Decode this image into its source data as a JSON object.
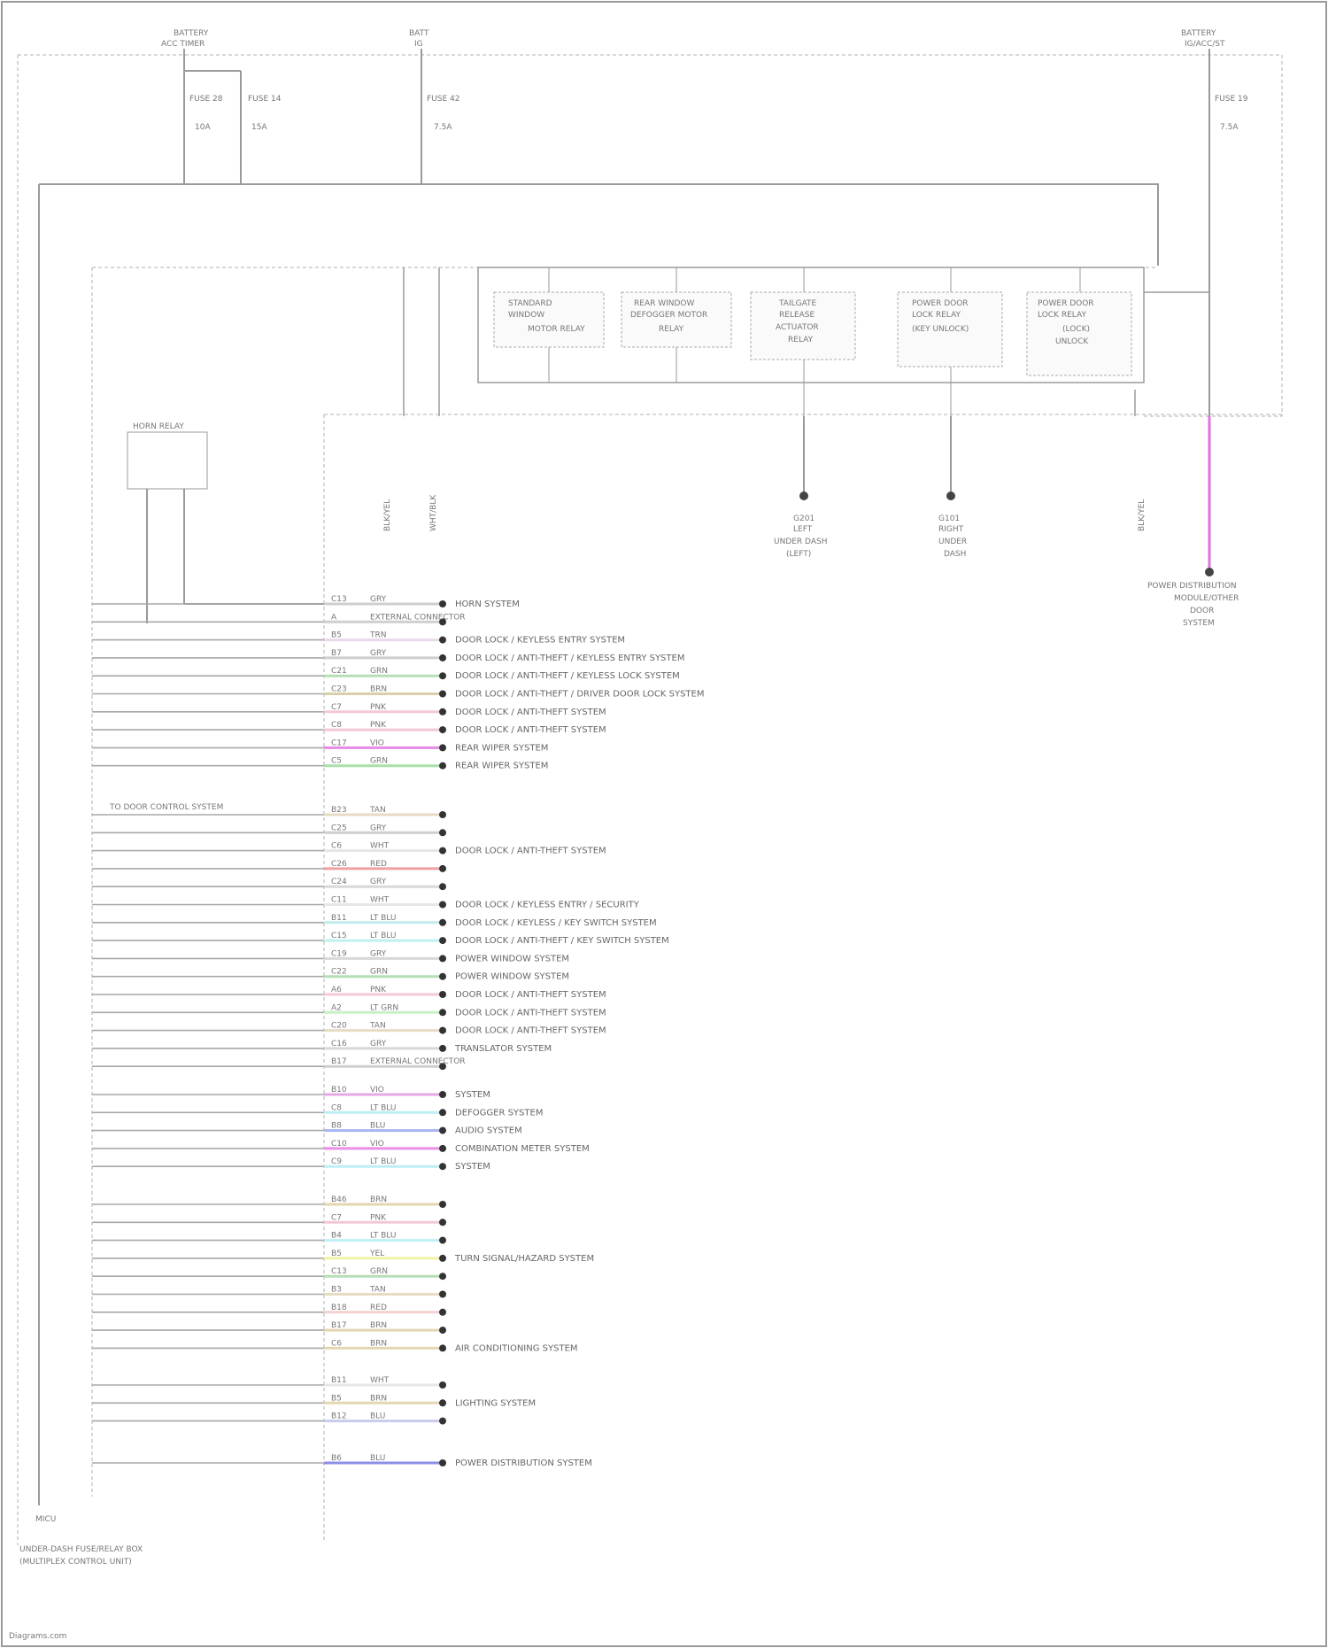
{
  "top_sources": [
    {
      "id": "src1",
      "label_line1": "BATTERY",
      "label_line2": "ACC TIMER"
    },
    {
      "id": "src2",
      "label_line1": "BATT",
      "label_line2": "IG"
    },
    {
      "id": "src3",
      "label_line1": "BATTERY",
      "label_line2": "IG/ACC/ST"
    }
  ],
  "fuses": [
    {
      "name": "FUSE 28",
      "rating": "10A"
    },
    {
      "name": "FUSE 14",
      "rating": "15A"
    },
    {
      "name": "FUSE 42",
      "rating": "7.5A"
    },
    {
      "name": "FUSE 19",
      "rating": "7.5A"
    }
  ],
  "relays": [
    {
      "line1": "STANDARD",
      "line2": "WINDOW",
      "line3": "MOTOR RELAY"
    },
    {
      "line1": "REAR WINDOW",
      "line2": "DEFOGGER MOTOR",
      "line3": "RELAY"
    },
    {
      "line1": "TAILGATE",
      "line2": "RELEASE",
      "line3": "ACTUATOR",
      "line4": "RELAY"
    },
    {
      "line1": "POWER DOOR",
      "line2": "LOCK RELAY",
      "line3": "(KEY UNLOCK)"
    },
    {
      "line1": "POWER DOOR",
      "line2": "LOCK RELAY",
      "line3": "(LOCK)",
      "line4": "UNLOCK"
    }
  ],
  "ground_points": [
    {
      "line1": "G201",
      "line2": "LEFT",
      "line3": "UNDER DASH",
      "line4": "(LEFT)"
    },
    {
      "line1": "G101",
      "line2": "RIGHT",
      "line3": "UNDER",
      "line4": "DASH"
    }
  ],
  "pink_branch": {
    "line1": "POWER DISTRIBUTION",
    "line2": "MODULE/OTHER",
    "line3": "DOOR",
    "line4": "SYSTEM"
  },
  "horn_relay": {
    "label": "HORN RELAY"
  },
  "ecu_labels": {
    "block": "MICU",
    "footer1": "UNDER-DASH FUSE/RELAY BOX",
    "footer2": "(MULTIPLEX CONTROL UNIT)"
  },
  "mid_note": "TO DOOR CONTROL SYSTEM",
  "watermark": "Diagrams.com",
  "connector_groups": [
    {
      "rows": [
        {
          "pin": "C13",
          "wire": "GRY",
          "color": "#cfcfcf",
          "desc": "HORN SYSTEM"
        },
        {
          "pin": "A",
          "wire": "EXTERNAL CONNECTOR",
          "color": "#cfcfcf",
          "desc": ""
        },
        {
          "pin": "B5",
          "wire": "TRN",
          "color": "#e9d8e9",
          "desc": "DOOR LOCK / KEYLESS ENTRY SYSTEM"
        },
        {
          "pin": "B7",
          "wire": "GRY",
          "color": "#cfcfcf",
          "desc": "DOOR LOCK / ANTI-THEFT / KEYLESS ENTRY SYSTEM"
        },
        {
          "pin": "C21",
          "wire": "GRN",
          "color": "#b5dfb5",
          "desc": "DOOR LOCK / ANTI-THEFT / KEYLESS LOCK SYSTEM"
        },
        {
          "pin": "C23",
          "wire": "BRN",
          "color": "#d9cfaa",
          "desc": "DOOR LOCK / ANTI-THEFT / DRIVER DOOR LOCK SYSTEM"
        },
        {
          "pin": "C7",
          "wire": "PNK",
          "color": "#f2c8d8",
          "desc": "DOOR LOCK / ANTI-THEFT SYSTEM"
        },
        {
          "pin": "C8",
          "wire": "PNK",
          "color": "#f2c8d8",
          "desc": "DOOR LOCK / ANTI-THEFT SYSTEM"
        },
        {
          "pin": "C17",
          "wire": "VIO",
          "color": "#e68ae6",
          "desc": "REAR WIPER SYSTEM"
        },
        {
          "pin": "C5",
          "wire": "GRN",
          "color": "#a9e0a9",
          "desc": "REAR WIPER SYSTEM"
        }
      ]
    },
    {
      "rows": [
        {
          "pin": "B23",
          "wire": "TAN",
          "color": "#e6dcc4",
          "desc": ""
        },
        {
          "pin": "C25",
          "wire": "GRY",
          "color": "#cfcfcf",
          "desc": ""
        },
        {
          "pin": "C6",
          "wire": "WHT",
          "color": "#e6e6e6",
          "desc": "DOOR LOCK / ANTI-THEFT SYSTEM"
        },
        {
          "pin": "C26",
          "wire": "RED",
          "color": "#f0a0a0",
          "desc": ""
        },
        {
          "pin": "C24",
          "wire": "GRY",
          "color": "#d8d8d8",
          "desc": ""
        },
        {
          "pin": "C11",
          "wire": "WHT",
          "color": "#e6e6e6",
          "desc": "DOOR LOCK / KEYLESS ENTRY / SECURITY"
        },
        {
          "pin": "B11",
          "wire": "LT BLU",
          "color": "#c2ecec",
          "desc": "DOOR LOCK / KEYLESS / KEY SWITCH SYSTEM"
        },
        {
          "pin": "C15",
          "wire": "LT BLU",
          "color": "#bff0f0",
          "desc": "DOOR LOCK / ANTI-THEFT / KEY SWITCH SYSTEM"
        },
        {
          "pin": "C19",
          "wire": "GRY",
          "color": "#d8d8d8",
          "desc": "POWER WINDOW SYSTEM"
        },
        {
          "pin": "C22",
          "wire": "GRN",
          "color": "#b5dfb5",
          "desc": "POWER WINDOW SYSTEM"
        },
        {
          "pin": "A6",
          "wire": "PNK",
          "color": "#f2c8d8",
          "desc": "DOOR LOCK / ANTI-THEFT SYSTEM"
        },
        {
          "pin": "A2",
          "wire": "LT GRN",
          "color": "#c6f0c6",
          "desc": "DOOR LOCK / ANTI-THEFT SYSTEM"
        },
        {
          "pin": "C20",
          "wire": "TAN",
          "color": "#e6dcc4",
          "desc": "DOOR LOCK / ANTI-THEFT SYSTEM"
        },
        {
          "pin": "C16",
          "wire": "GRY",
          "color": "#d8d8d8",
          "desc": "TRANSLATOR SYSTEM"
        },
        {
          "pin": "B17",
          "wire": "EXTERNAL CONNECTOR",
          "color": "#cfcfcf",
          "desc": ""
        }
      ]
    },
    {
      "rows": [
        {
          "pin": "B10",
          "wire": "VIO",
          "color": "#e5a8e5",
          "desc": "SYSTEM"
        },
        {
          "pin": "C8",
          "wire": "LT BLU",
          "color": "#bfeef4",
          "desc": "DEFOGGER SYSTEM"
        },
        {
          "pin": "B8",
          "wire": "BLU",
          "color": "#a8b4f0",
          "desc": "AUDIO SYSTEM"
        },
        {
          "pin": "C10",
          "wire": "VIO",
          "color": "#e98ee9",
          "desc": "COMBINATION METER SYSTEM"
        },
        {
          "pin": "C9",
          "wire": "LT BLU",
          "color": "#bfeef4",
          "desc": "SYSTEM"
        }
      ]
    },
    {
      "rows": [
        {
          "pin": "B46",
          "wire": "BRN",
          "color": "#e3d6b0",
          "desc": ""
        },
        {
          "pin": "C7",
          "wire": "PNK",
          "color": "#f2c8d8",
          "desc": ""
        },
        {
          "pin": "B4",
          "wire": "LT BLU",
          "color": "#bfeef4",
          "desc": ""
        },
        {
          "pin": "B5",
          "wire": "YEL",
          "color": "#f2f2a6",
          "desc": "TURN SIGNAL/HAZARD SYSTEM"
        },
        {
          "pin": "C13",
          "wire": "GRN",
          "color": "#b5dfb5",
          "desc": ""
        },
        {
          "pin": "B3",
          "wire": "TAN",
          "color": "#e6dcc4",
          "desc": ""
        },
        {
          "pin": "B18",
          "wire": "RED",
          "color": "#f2d2d2",
          "desc": ""
        },
        {
          "pin": "B17",
          "wire": "BRN",
          "color": "#e3d6b0",
          "desc": ""
        },
        {
          "pin": "C6",
          "wire": "BRN",
          "color": "#e3d6b0",
          "desc": "AIR CONDITIONING SYSTEM"
        }
      ]
    },
    {
      "rows": [
        {
          "pin": "B11",
          "wire": "WHT",
          "color": "#e6e6e6",
          "desc": ""
        },
        {
          "pin": "B5",
          "wire": "BRN",
          "color": "#e3d6b0",
          "desc": "LIGHTING SYSTEM"
        },
        {
          "pin": "B12",
          "wire": "BLU",
          "color": "#c8ccec",
          "desc": ""
        }
      ]
    },
    {
      "rows": [
        {
          "pin": "B6",
          "wire": "BLU",
          "color": "#8e8ee8",
          "desc": "POWER DISTRIBUTION SYSTEM"
        }
      ]
    }
  ]
}
